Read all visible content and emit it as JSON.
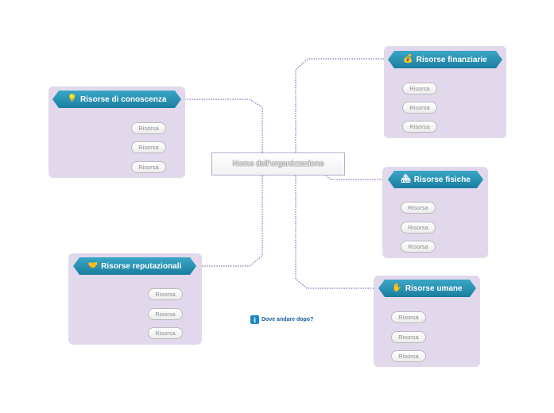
{
  "central": {
    "label": "Nome dell'organizzazione"
  },
  "branches": [
    {
      "id": "conoscenza",
      "icon": "lightbulb-icon",
      "glyph": "💡",
      "label": "Risorse di conoscenza",
      "resources": [
        "Risorsa",
        "Risorsa",
        "Risorsa"
      ]
    },
    {
      "id": "finanziarie",
      "icon": "money-bag-icon",
      "glyph": "💰",
      "label": "Risorse finanziarie",
      "resources": [
        "Risorsa",
        "Risorsa",
        "Risorsa"
      ]
    },
    {
      "id": "fisiche",
      "icon": "house-icon",
      "glyph": "🏘",
      "label": "Risorse fisiche",
      "resources": [
        "Risorsa",
        "Risorsa",
        "Risorsa"
      ]
    },
    {
      "id": "reputazionali",
      "icon": "handshake-icon",
      "glyph": "🤝",
      "label": "Risorse reputazionali",
      "resources": [
        "Risorsa",
        "Risorsa",
        "Risorsa"
      ]
    },
    {
      "id": "umane",
      "icon": "hand-icon",
      "glyph": "✋",
      "label": "Risorse umane",
      "resources": [
        "Risorsa",
        "Risorsa",
        "Risorsa"
      ]
    }
  ],
  "next_step": {
    "icon": "info-icon",
    "label": "Dove andare dopo?"
  },
  "colors": {
    "group_bg": "#e2d8ec",
    "topic": "#2690b3",
    "connector": "#8f6ab8"
  }
}
